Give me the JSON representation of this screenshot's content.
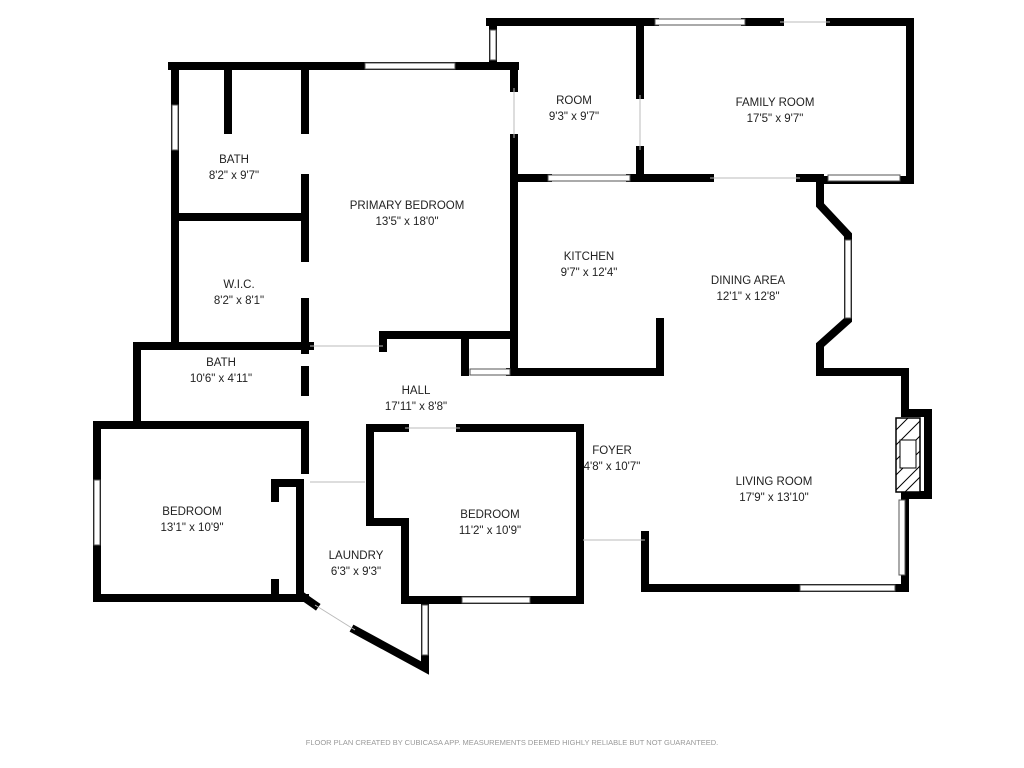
{
  "rooms": [
    {
      "name": "ROOM",
      "size": "9'3\" x 9'7\""
    },
    {
      "name": "FAMILY ROOM",
      "size": "17'5\" x 9'7\""
    },
    {
      "name": "BATH",
      "size": "8'2\" x 9'7\""
    },
    {
      "name": "PRIMARY BEDROOM",
      "size": "13'5\" x 18'0\""
    },
    {
      "name": "KITCHEN",
      "size": "9'7\" x 12'4\""
    },
    {
      "name": "DINING AREA",
      "size": "12'1\" x 12'8\""
    },
    {
      "name": "W.I.C.",
      "size": "8'2\" x 8'1\""
    },
    {
      "name": "BATH",
      "size": "10'6\" x 4'11\""
    },
    {
      "name": "HALL",
      "size": "17'11\" x 8'8\""
    },
    {
      "name": "FOYER",
      "size": "4'8\" x 10'7\""
    },
    {
      "name": "LIVING ROOM",
      "size": "17'9\" x 13'10\""
    },
    {
      "name": "BEDROOM",
      "size": "13'1\" x 10'9\""
    },
    {
      "name": "BEDROOM",
      "size": "11'2\" x 10'9\""
    },
    {
      "name": "LAUNDRY",
      "size": "6'3\" x 9'3\""
    }
  ],
  "footer": "FLOOR PLAN CREATED BY CUBICASA APP. MEASUREMENTS DEEMED HIGHLY RELIABLE BUT NOT GUARANTEED."
}
